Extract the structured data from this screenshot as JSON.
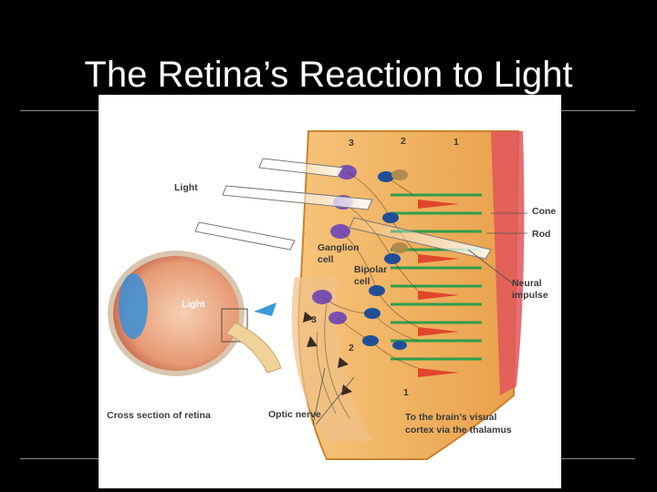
{
  "slide": {
    "title": "The Retina’s Reaction to Light"
  },
  "diagram": {
    "labels": {
      "layer_3": "3",
      "layer_2": "2",
      "layer_1": "1",
      "light_top": "Light",
      "cone": "Cone",
      "rod": "Rod",
      "ganglion_cell_line1": "Ganglion",
      "ganglion_cell_line2": "cell",
      "bipolar_cell_line1": "Bipolar",
      "bipolar_cell_line2": "cell",
      "neural_impulse_line1": "Neural",
      "neural_impulse_line2": "impulse",
      "light_eye": "Light",
      "layer_3_lower": "3",
      "layer_2_lower": "2",
      "layer_1_lower": "1",
      "cross_section": "Cross section of retina",
      "optic_nerve": "Optic nerve",
      "brain_line1": "To the brain’s visual",
      "brain_line2": "cortex via the thalamus"
    },
    "colors": {
      "tissue": "#f2b25a",
      "tissue_dark": "#c8842e",
      "rod": "#2f9e4a",
      "cone": "#e0462c",
      "ganglion": "#7b4fb0",
      "bipolar": "#1f4f9a",
      "arrow": "#3a9ad9"
    }
  }
}
